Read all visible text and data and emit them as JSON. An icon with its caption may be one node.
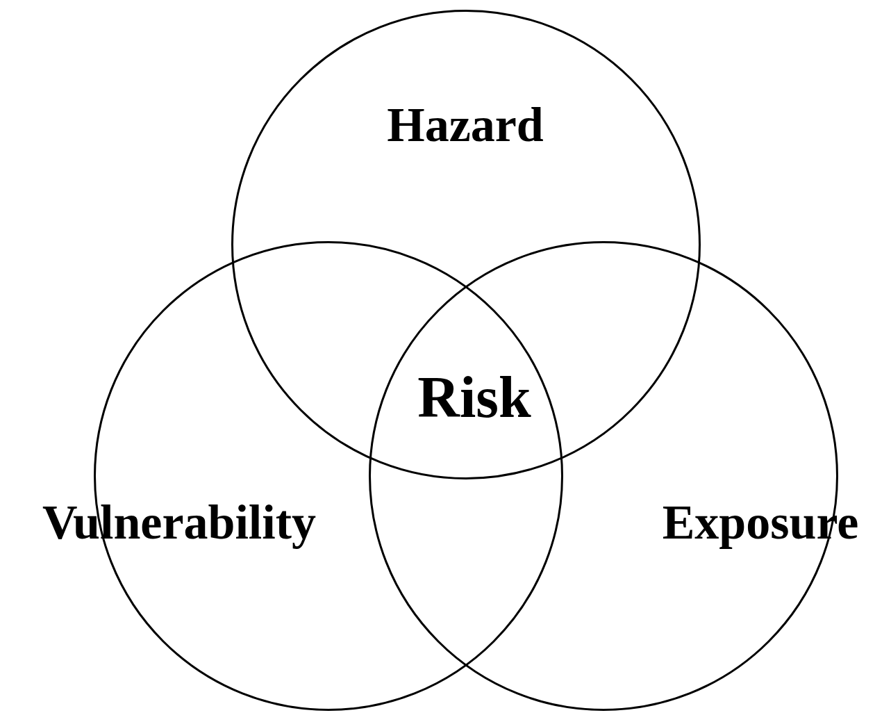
{
  "diagram": {
    "nodes": [
      {
        "text": [
          "Hazard"
        ]
      },
      {
        "text": [
          "Vulnerability"
        ]
      },
      {
        "text": [
          "Exposure"
        ]
      }
    ],
    "labels": [
      "Risk"
    ]
  }
}
